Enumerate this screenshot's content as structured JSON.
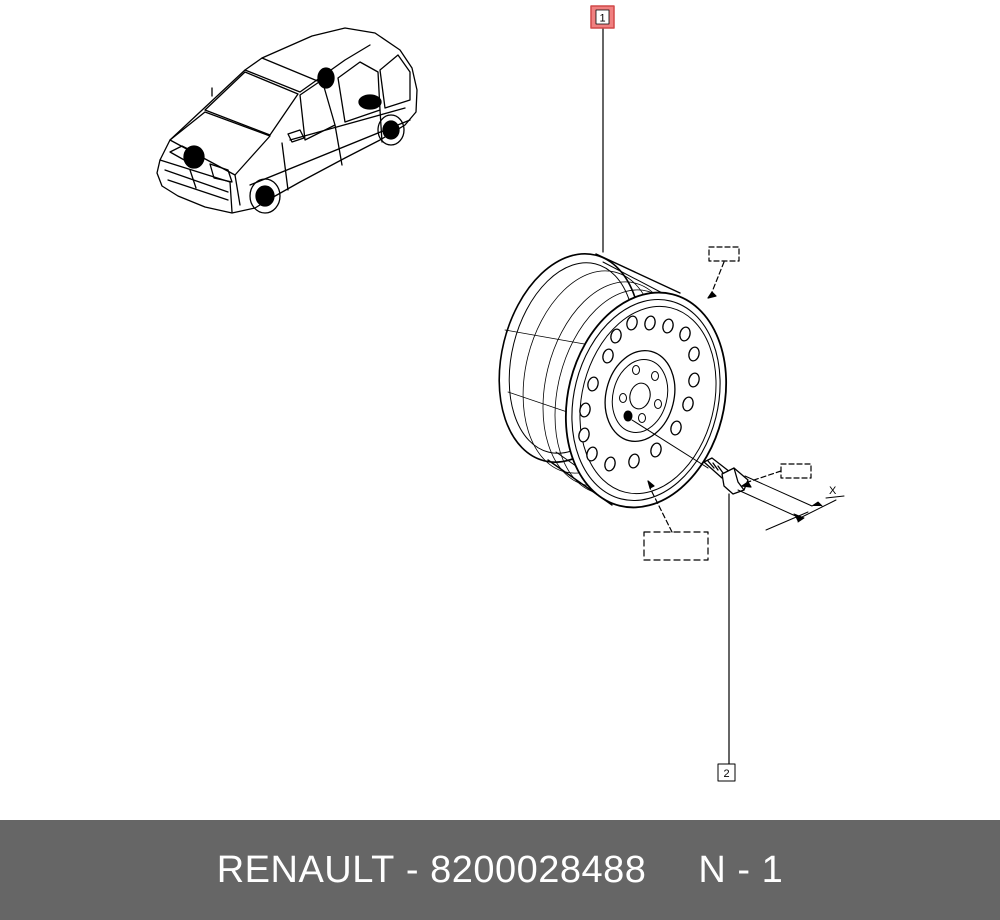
{
  "callouts": {
    "wheel": "1",
    "wheel_bolt": "2",
    "dimension_x": "X"
  },
  "footer": {
    "brand": "RENAULT",
    "separator": "-",
    "part_number": "8200028488",
    "note": "N - 1"
  },
  "colors": {
    "highlight_callout_fill": "#f08080",
    "highlight_callout_stroke": "#d04848",
    "footer_background": "#666666",
    "footer_text": "#ffffff",
    "line_art": "#000000"
  },
  "icons": [
    "vehicle-locator-icon",
    "wheel-icon",
    "bolt-icon"
  ]
}
